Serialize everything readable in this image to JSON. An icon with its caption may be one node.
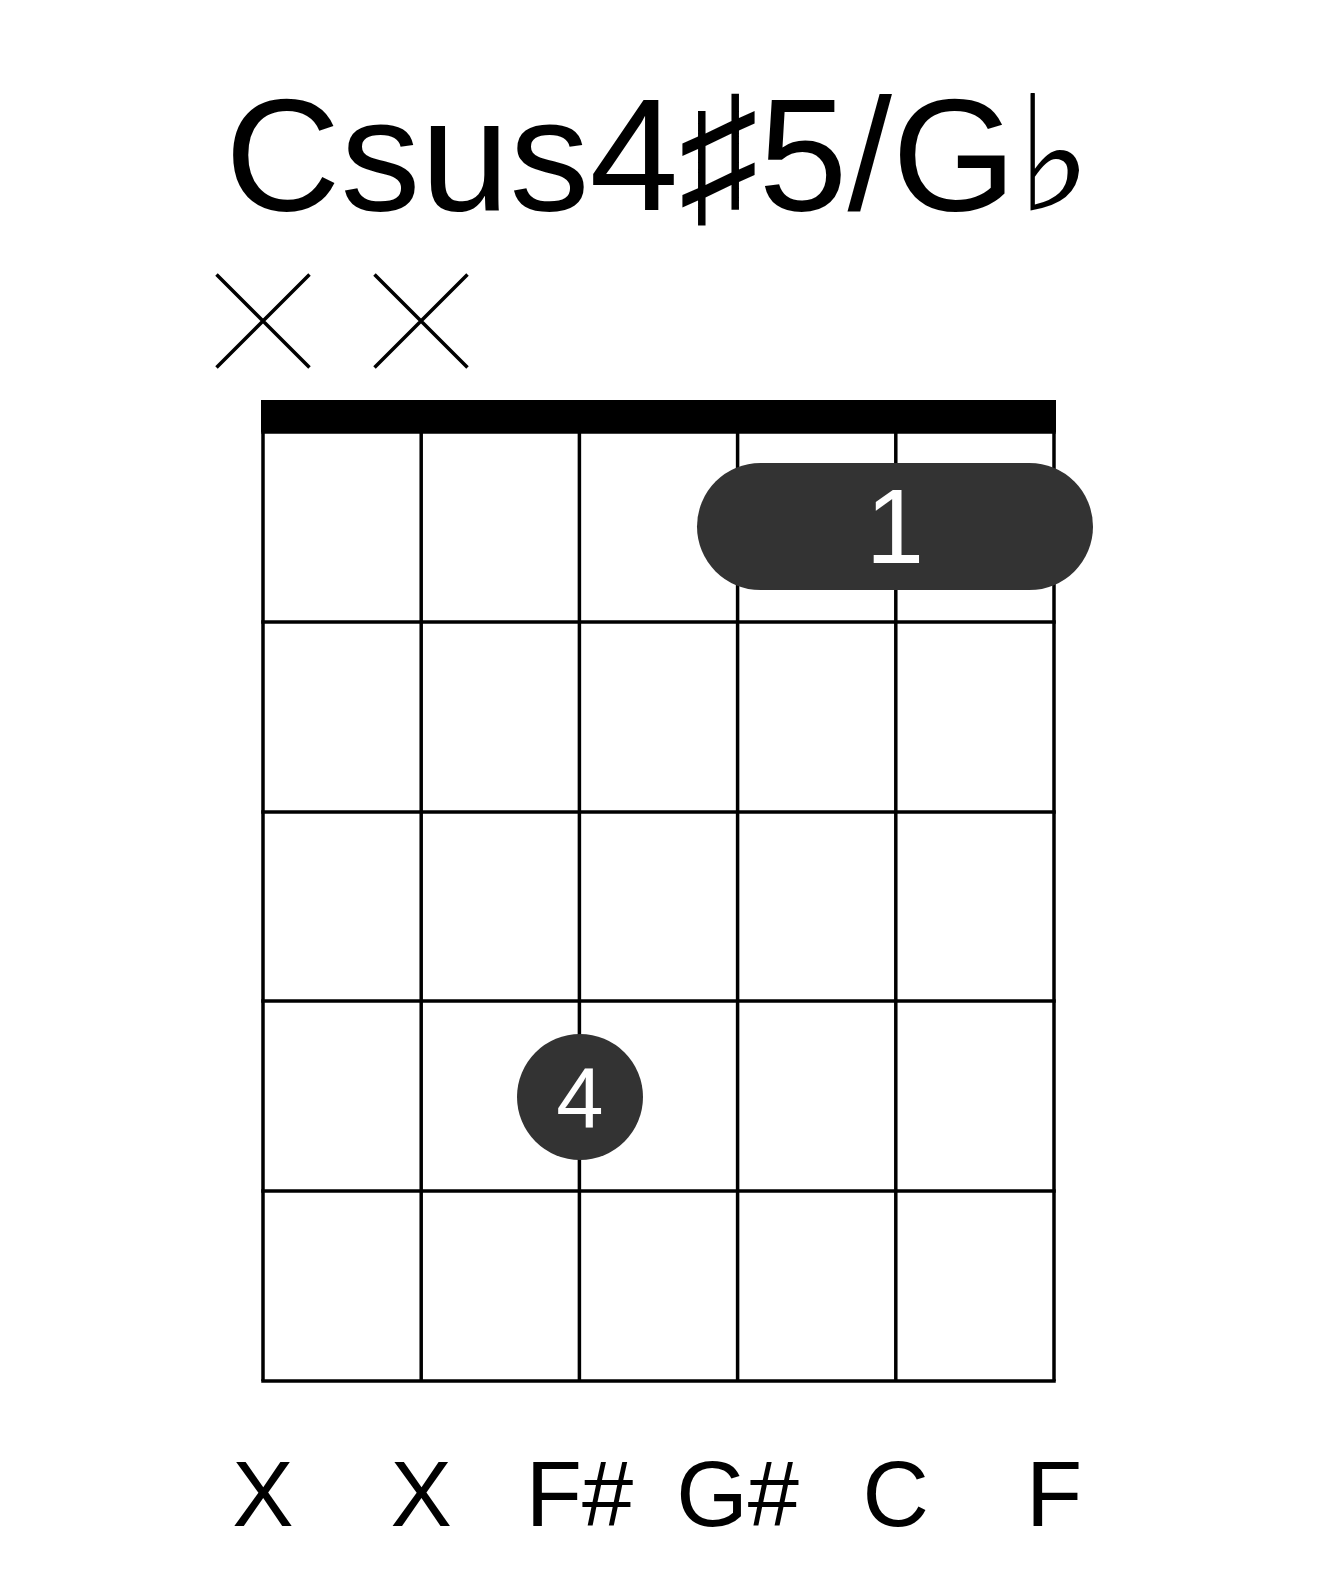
{
  "diagram": {
    "title": "Csus4♯5/G♭",
    "nodes": [
      {
        "text": [
          "1"
        ]
      },
      {
        "text": [
          "4"
        ]
      }
    ],
    "labels": [
      "X",
      "X",
      "F#",
      "G#",
      "C",
      "F"
    ]
  }
}
